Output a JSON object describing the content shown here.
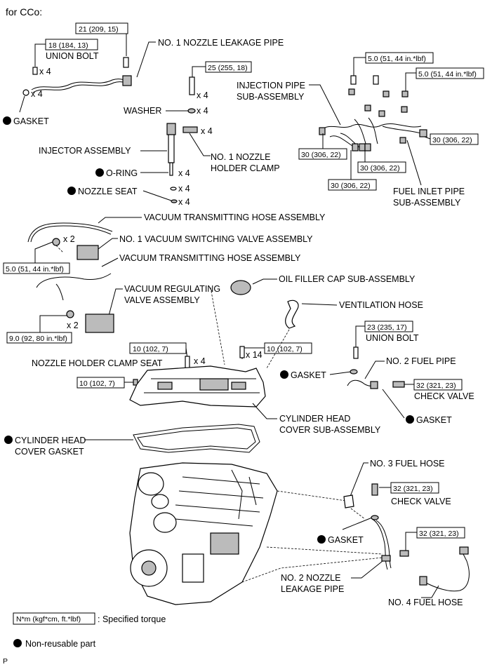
{
  "header": {
    "title": "for CCo:"
  },
  "torques": {
    "t1": "21 (209, 15)",
    "t2": "18 (184, 13)",
    "t3": "25 (255, 18)",
    "t4": "5.0 (51, 44 in.*lbf)",
    "t5": "5.0 (51, 44 in.*lbf)",
    "t6": "30 (306, 22)",
    "t7": "30 (306, 22)",
    "t8": "30 (306, 22)",
    "t9": "30 (306, 22)",
    "t10": "5.0 (51, 44 in.*lbf)",
    "t11": "9.0 (92, 80 in.*lbf)",
    "t12": "10 (102, 7)",
    "t13": "10 (102, 7)",
    "t14": "10 (102, 7)",
    "t15": "23 (235, 17)",
    "t16": "32 (321, 23)",
    "t17": "32 (321, 23)",
    "t18": "32 (321, 23)"
  },
  "labels": {
    "union_bolt_1": "UNION BOLT",
    "no1_nozzle_leakage_pipe": "NO. 1 NOZZLE LEAKAGE PIPE",
    "gasket_1": "GASKET",
    "washer": "WASHER",
    "injector_assembly": "INJECTOR ASSEMBLY",
    "no1_nozzle_holder_clamp_1": "NO. 1 NOZZLE",
    "no1_nozzle_holder_clamp_2": "HOLDER CLAMP",
    "o_ring": "O-RING",
    "nozzle_seat": "NOZZLE SEAT",
    "injection_pipe_1": "INJECTION PIPE",
    "injection_pipe_2": "SUB-ASSEMBLY",
    "fuel_inlet_pipe_1": "FUEL INLET PIPE",
    "fuel_inlet_pipe_2": "SUB-ASSEMBLY",
    "vacuum_hose_1": "VACUUM TRANSMITTING HOSE ASSEMBLY",
    "vsv": "NO. 1 VACUUM SWITCHING VALVE ASSEMBLY",
    "vacuum_hose_2": "VACUUM TRANSMITTING HOSE ASSEMBLY",
    "vrv_1": "VACUUM REGULATING",
    "vrv_2": "VALVE ASSEMBLY",
    "oil_filler_cap": "OIL FILLER CAP SUB-ASSEMBLY",
    "ventilation_hose": "VENTILATION HOSE",
    "union_bolt_2": "UNION BOLT",
    "nozzle_holder_clamp_seat": "NOZZLE HOLDER CLAMP SEAT",
    "gasket_2": "GASKET",
    "no2_fuel_pipe": "NO. 2 FUEL PIPE",
    "check_valve_1": "CHECK VALVE",
    "gasket_3": "GASKET",
    "cyl_head_cover_1": "CYLINDER HEAD",
    "cyl_head_cover_2": "COVER SUB-ASSEMBLY",
    "cyl_head_gasket_1": "CYLINDER HEAD",
    "cyl_head_gasket_2": "COVER GASKET",
    "no3_fuel_hose": "NO. 3 FUEL HOSE",
    "check_valve_2": "CHECK VALVE",
    "gasket_4": "GASKET",
    "no2_nozzle_leakage_pipe_1": "NO. 2 NOZZLE",
    "no2_nozzle_leakage_pipe_2": "LEAKAGE PIPE",
    "no4_fuel_hose": "NO. 4 FUEL HOSE"
  },
  "counts": {
    "x4": "x 4",
    "x2": "x 2",
    "x14": "x 14"
  },
  "legend": {
    "torque_unit": "N*m (kgf*cm, ft.*lbf)",
    "torque_text": ": Specified torque",
    "nonreusable_text": "Non-reusable part"
  },
  "footer_code": "P"
}
